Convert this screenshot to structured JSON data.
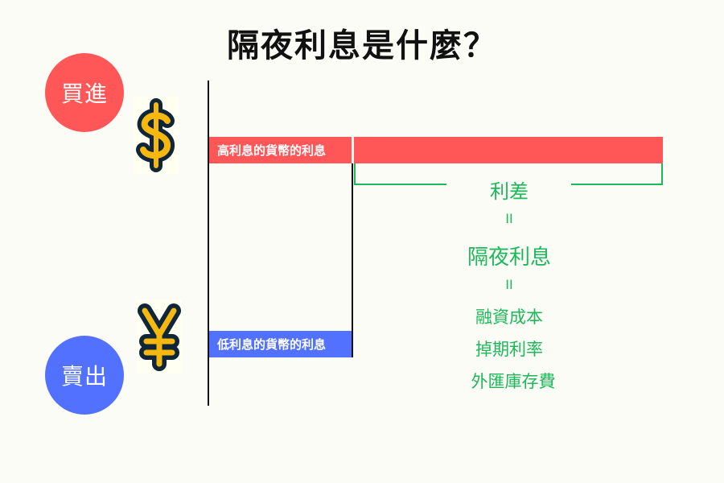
{
  "title": "隔夜利息是什麼？",
  "buy": {
    "label": "買進",
    "color": "#ff5757",
    "currency_icon": "dollar-icon",
    "symbol": "$"
  },
  "sell": {
    "label": "賣出",
    "color": "#5271ff",
    "currency_icon": "yen-icon",
    "symbol": "¥"
  },
  "high_rate_bar": {
    "label": "高利息的貨幣的利息",
    "color": "#ff5757"
  },
  "low_rate_bar": {
    "label": "低利息的貨幣的利息",
    "color": "#5271ff"
  },
  "spread": {
    "label": "利差",
    "equals_1": "II",
    "overnight": "隔夜利息",
    "equals_2": "II",
    "synonyms": [
      "融資成本",
      "掉期利率",
      "外匯庫存費"
    ],
    "color": "#1db85a"
  }
}
